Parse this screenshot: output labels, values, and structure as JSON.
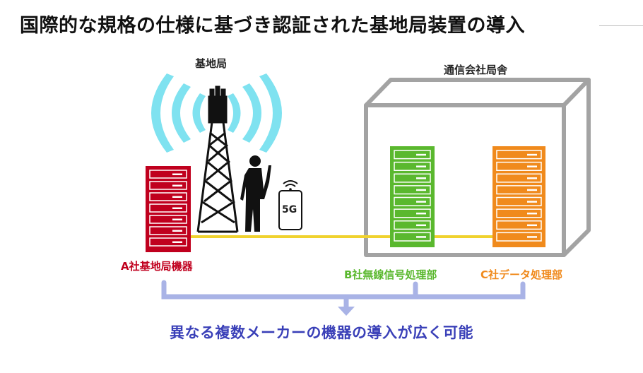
{
  "title": "国際的な規格の仕様に基づき認証された基地局装置の導入",
  "labels": {
    "base_station": "基地局",
    "carrier_office": "通信会社局舎",
    "phone_5g": "5G",
    "vendor_a": "A社基地局機器",
    "vendor_b": "B社無線信号処理部",
    "vendor_c": "C社データ処理部"
  },
  "caption": "異なる複数メーカーの機器の導入が広く可能",
  "colors": {
    "vendor_a": "#c0001e",
    "vendor_b": "#5ab82e",
    "vendor_c": "#f08a1c",
    "link_line": "#f0d22e",
    "signal_waves": "#7fe2f0",
    "bracket": "#a9b3e6",
    "caption": "#3a40b8",
    "building_outline": "#a3a3a3"
  },
  "icons": {
    "tower": "antenna-tower-icon",
    "person": "person-with-phone-icon",
    "phone": "smartphone-5g-icon"
  }
}
